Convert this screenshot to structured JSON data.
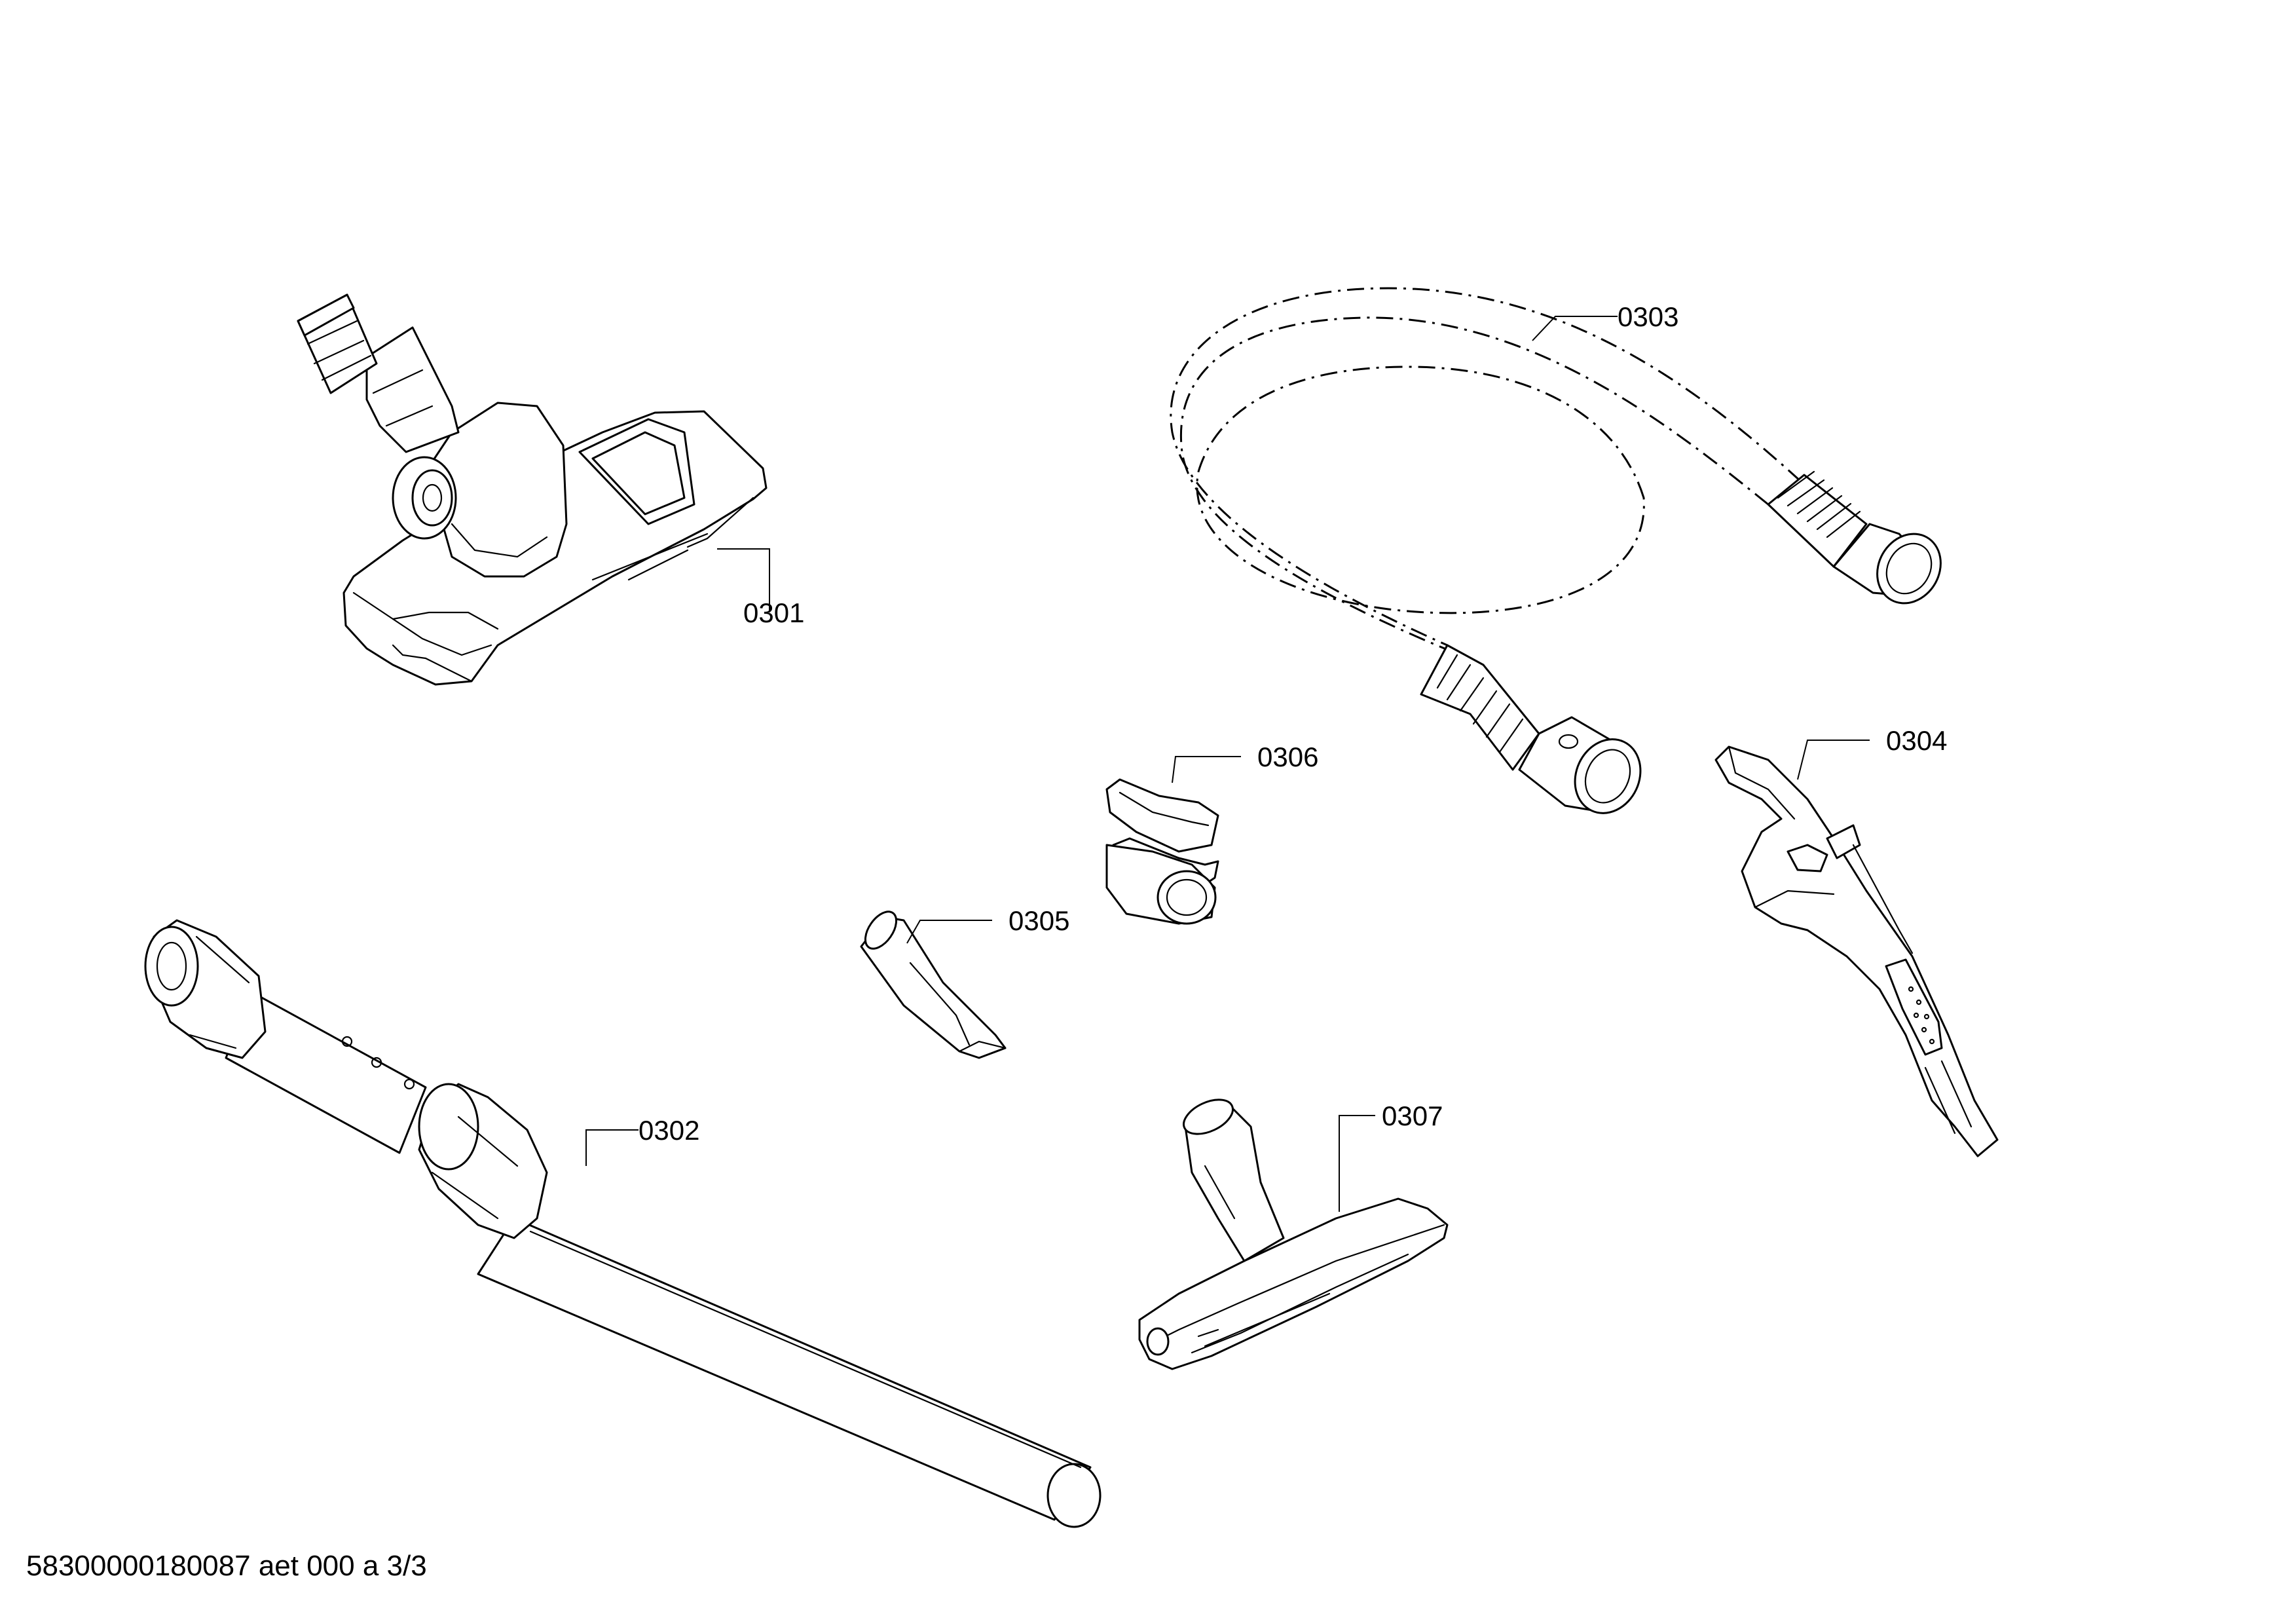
{
  "parts": [
    {
      "id": "p0301",
      "label": "0301",
      "icon": "floor-nozzle"
    },
    {
      "id": "p0302",
      "label": "0302",
      "icon": "telescopic-tube"
    },
    {
      "id": "p0303",
      "label": "0303",
      "icon": "suction-hose"
    },
    {
      "id": "p0304",
      "label": "0304",
      "icon": "handle"
    },
    {
      "id": "p0305",
      "label": "0305",
      "icon": "crevice-nozzle"
    },
    {
      "id": "p0306",
      "label": "0306",
      "icon": "accessory-clip"
    },
    {
      "id": "p0307",
      "label": "0307",
      "icon": "upholstery-nozzle"
    }
  ],
  "footer": {
    "code": "58300000180087 aet 000 a 3/3"
  },
  "colors": {
    "line": "#000000",
    "background": "#ffffff"
  }
}
